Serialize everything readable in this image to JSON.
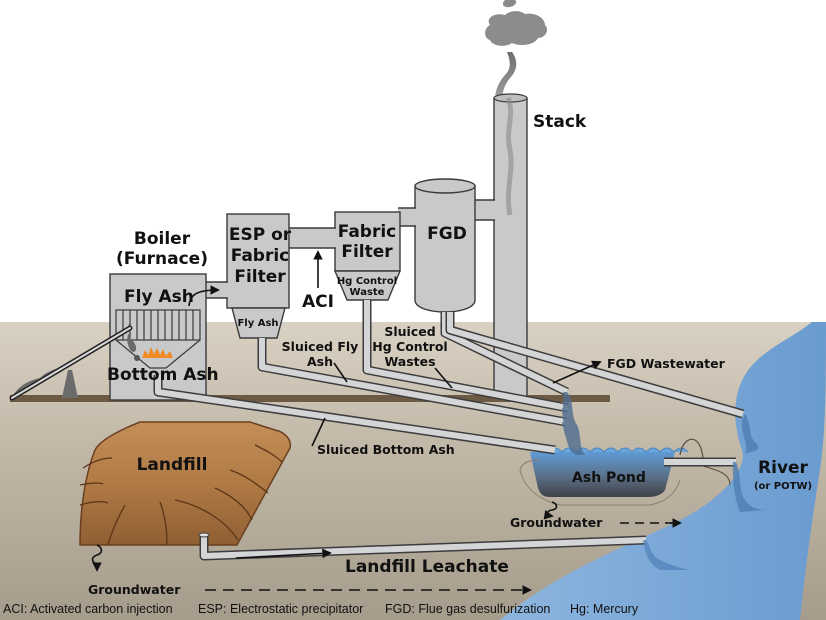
{
  "diagram": {
    "title": "Coal-fired power plant waste streams",
    "components": {
      "boiler": {
        "label_line1": "Boiler",
        "label_line2": "(Furnace)",
        "fly_ash": "Fly Ash",
        "bottom_ash": "Bottom Ash"
      },
      "esp": {
        "label_line1": "ESP or",
        "label_line2": "Fabric",
        "label_line3": "Filter",
        "hopper": "Fly Ash"
      },
      "aci": {
        "label": "ACI"
      },
      "fabric_filter": {
        "label_line1": "Fabric",
        "label_line2": "Filter",
        "hopper_line1": "Hg Control",
        "hopper_line2": "Waste"
      },
      "fgd": {
        "label": "FGD"
      },
      "stack": {
        "label": "Stack"
      },
      "landfill": {
        "label": "Landfill"
      },
      "ash_pond": {
        "label": "Ash Pond"
      },
      "river": {
        "label": "River",
        "sublabel": "(or POTW)"
      }
    },
    "flows": {
      "sluiced_fly_ash_line1": "Sluiced Fly",
      "sluiced_fly_ash_line2": "Ash",
      "sluiced_hg_line1": "Sluiced",
      "sluiced_hg_line2": "Hg Control",
      "sluiced_hg_line3": "Wastes",
      "fgd_wastewater": "FGD Wastewater",
      "sluiced_bottom_ash": "Sluiced Bottom Ash",
      "landfill_leachate": "Landfill Leachate",
      "groundwater_pond": "Groundwater",
      "groundwater_landfill": "Groundwater"
    },
    "colors": {
      "ground": "#b7ad9d",
      "equipment": "#c8c9ca",
      "water": "#6b9bd1",
      "landfill": "#b77f4c",
      "flame": "#f08a24"
    }
  },
  "legend": {
    "items": [
      "ACI: Activated carbon injection",
      "ESP: Electrostatic precipitator",
      "FGD: Flue gas desulfurization",
      "Hg: Mercury"
    ]
  }
}
